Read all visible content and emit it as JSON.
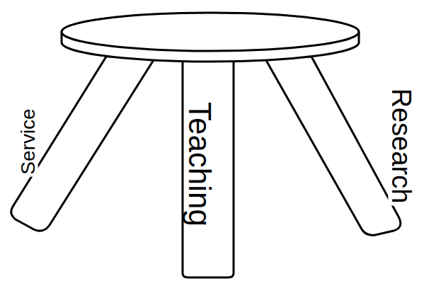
{
  "diagram": {
    "labels": [
      "Service",
      "Teaching",
      "Research"
    ]
  }
}
